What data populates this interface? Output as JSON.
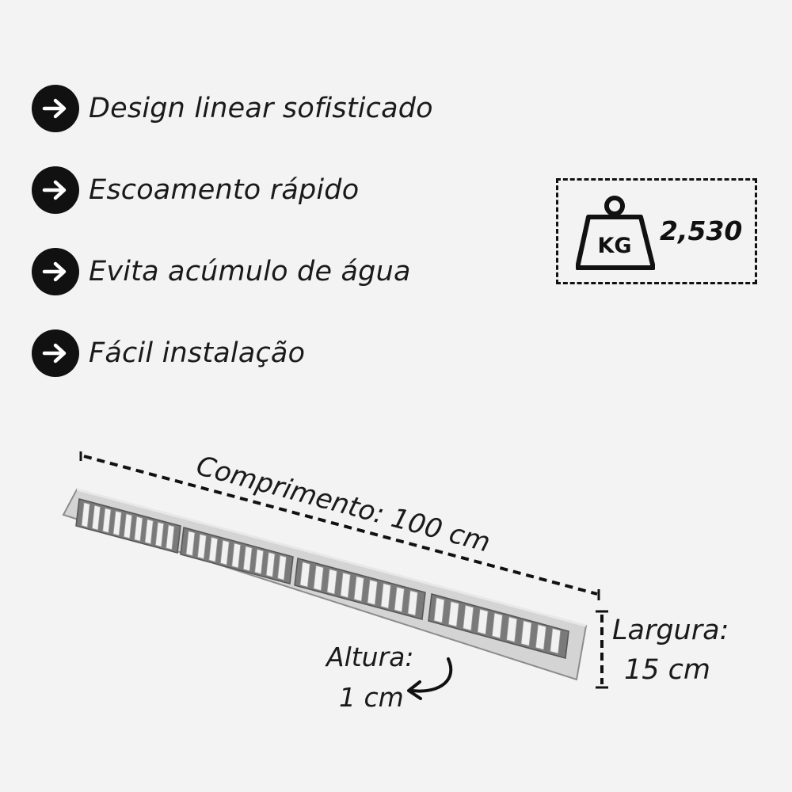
{
  "features": [
    {
      "icon": "arrow-right-icon",
      "label": "Design linear sofisticado"
    },
    {
      "icon": "arrow-right-icon",
      "label": "Escoamento rápido"
    },
    {
      "icon": "arrow-right-icon",
      "label": "Evita acúmulo de água"
    },
    {
      "icon": "arrow-right-icon",
      "label": "Fácil instalação"
    }
  ],
  "weight": {
    "icon": "kettlebell-weight-icon",
    "unit": "KG",
    "value": "2,530"
  },
  "dimensions": {
    "length_label": "Comprimento: 100 cm",
    "width_label": "Largura:",
    "width_value": "15 cm",
    "height_label": "Altura:",
    "height_value": "1 cm"
  },
  "product": {
    "icon": "linear-drain-grate-icon"
  },
  "colors": {
    "badge": "#111111",
    "text": "#1a1a1a",
    "background": "#f3f3f3",
    "grate": "#c9c9c9"
  }
}
